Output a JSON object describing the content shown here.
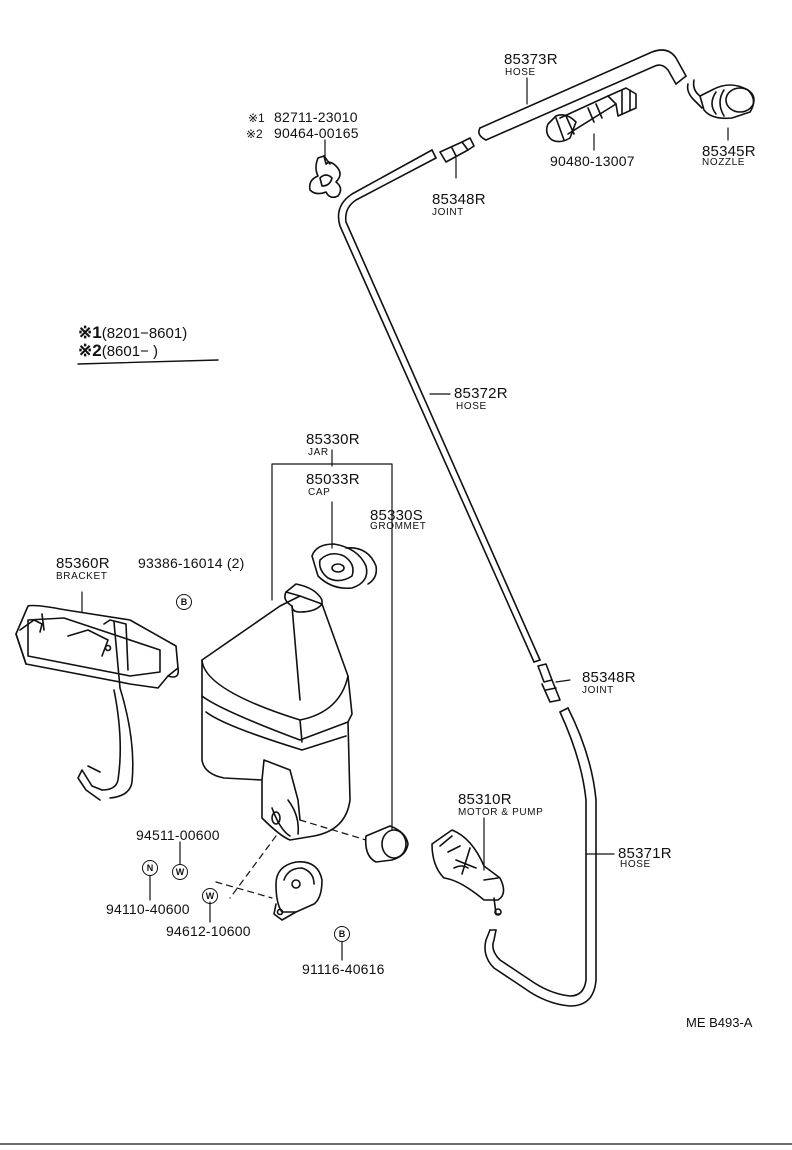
{
  "labels": {
    "hose_top": {
      "part": "85373R",
      "desc": "HOSE"
    },
    "note1": {
      "mark": "※1",
      "part": "82711-23010"
    },
    "note2": {
      "mark": "※2",
      "part": "90464-00165"
    },
    "fitting": {
      "part": "90480-13007"
    },
    "nozzle": {
      "part": "85345R",
      "desc": "NOZZLE"
    },
    "joint_top": {
      "part": "85348R",
      "desc": "JOINT"
    },
    "legend1": {
      "mark": "※1",
      "range": "(8201−8601)"
    },
    "legend2": {
      "mark": "※2",
      "range": "(8601−      )"
    },
    "hose_long": {
      "part": "85372R",
      "desc": "HOSE"
    },
    "jar": {
      "part": "85330R",
      "desc": "JAR"
    },
    "cap": {
      "part": "85033R",
      "desc": "CAP"
    },
    "grommet": {
      "part": "85330S",
      "desc": "GROMMET"
    },
    "bracket": {
      "part": "85360R",
      "desc": "BRACKET"
    },
    "bolt": {
      "part": "93386-16014 (2)",
      "symbol": "B"
    },
    "joint_mid": {
      "part": "85348R",
      "desc": "JOINT"
    },
    "motor": {
      "part": "85310R",
      "desc": "MOTOR & PUMP"
    },
    "washer1": {
      "part": "94511-00600",
      "symbol": "W"
    },
    "nut": {
      "part": "94110-40600",
      "symbol": "N"
    },
    "washer2": {
      "part": "94612-10600",
      "symbol": "W"
    },
    "hose_bottom": {
      "part": "85371R",
      "desc": "HOSE"
    },
    "bolt2": {
      "part": "91116-40616",
      "symbol": "B"
    },
    "drawing_code": "ME B493-A"
  }
}
